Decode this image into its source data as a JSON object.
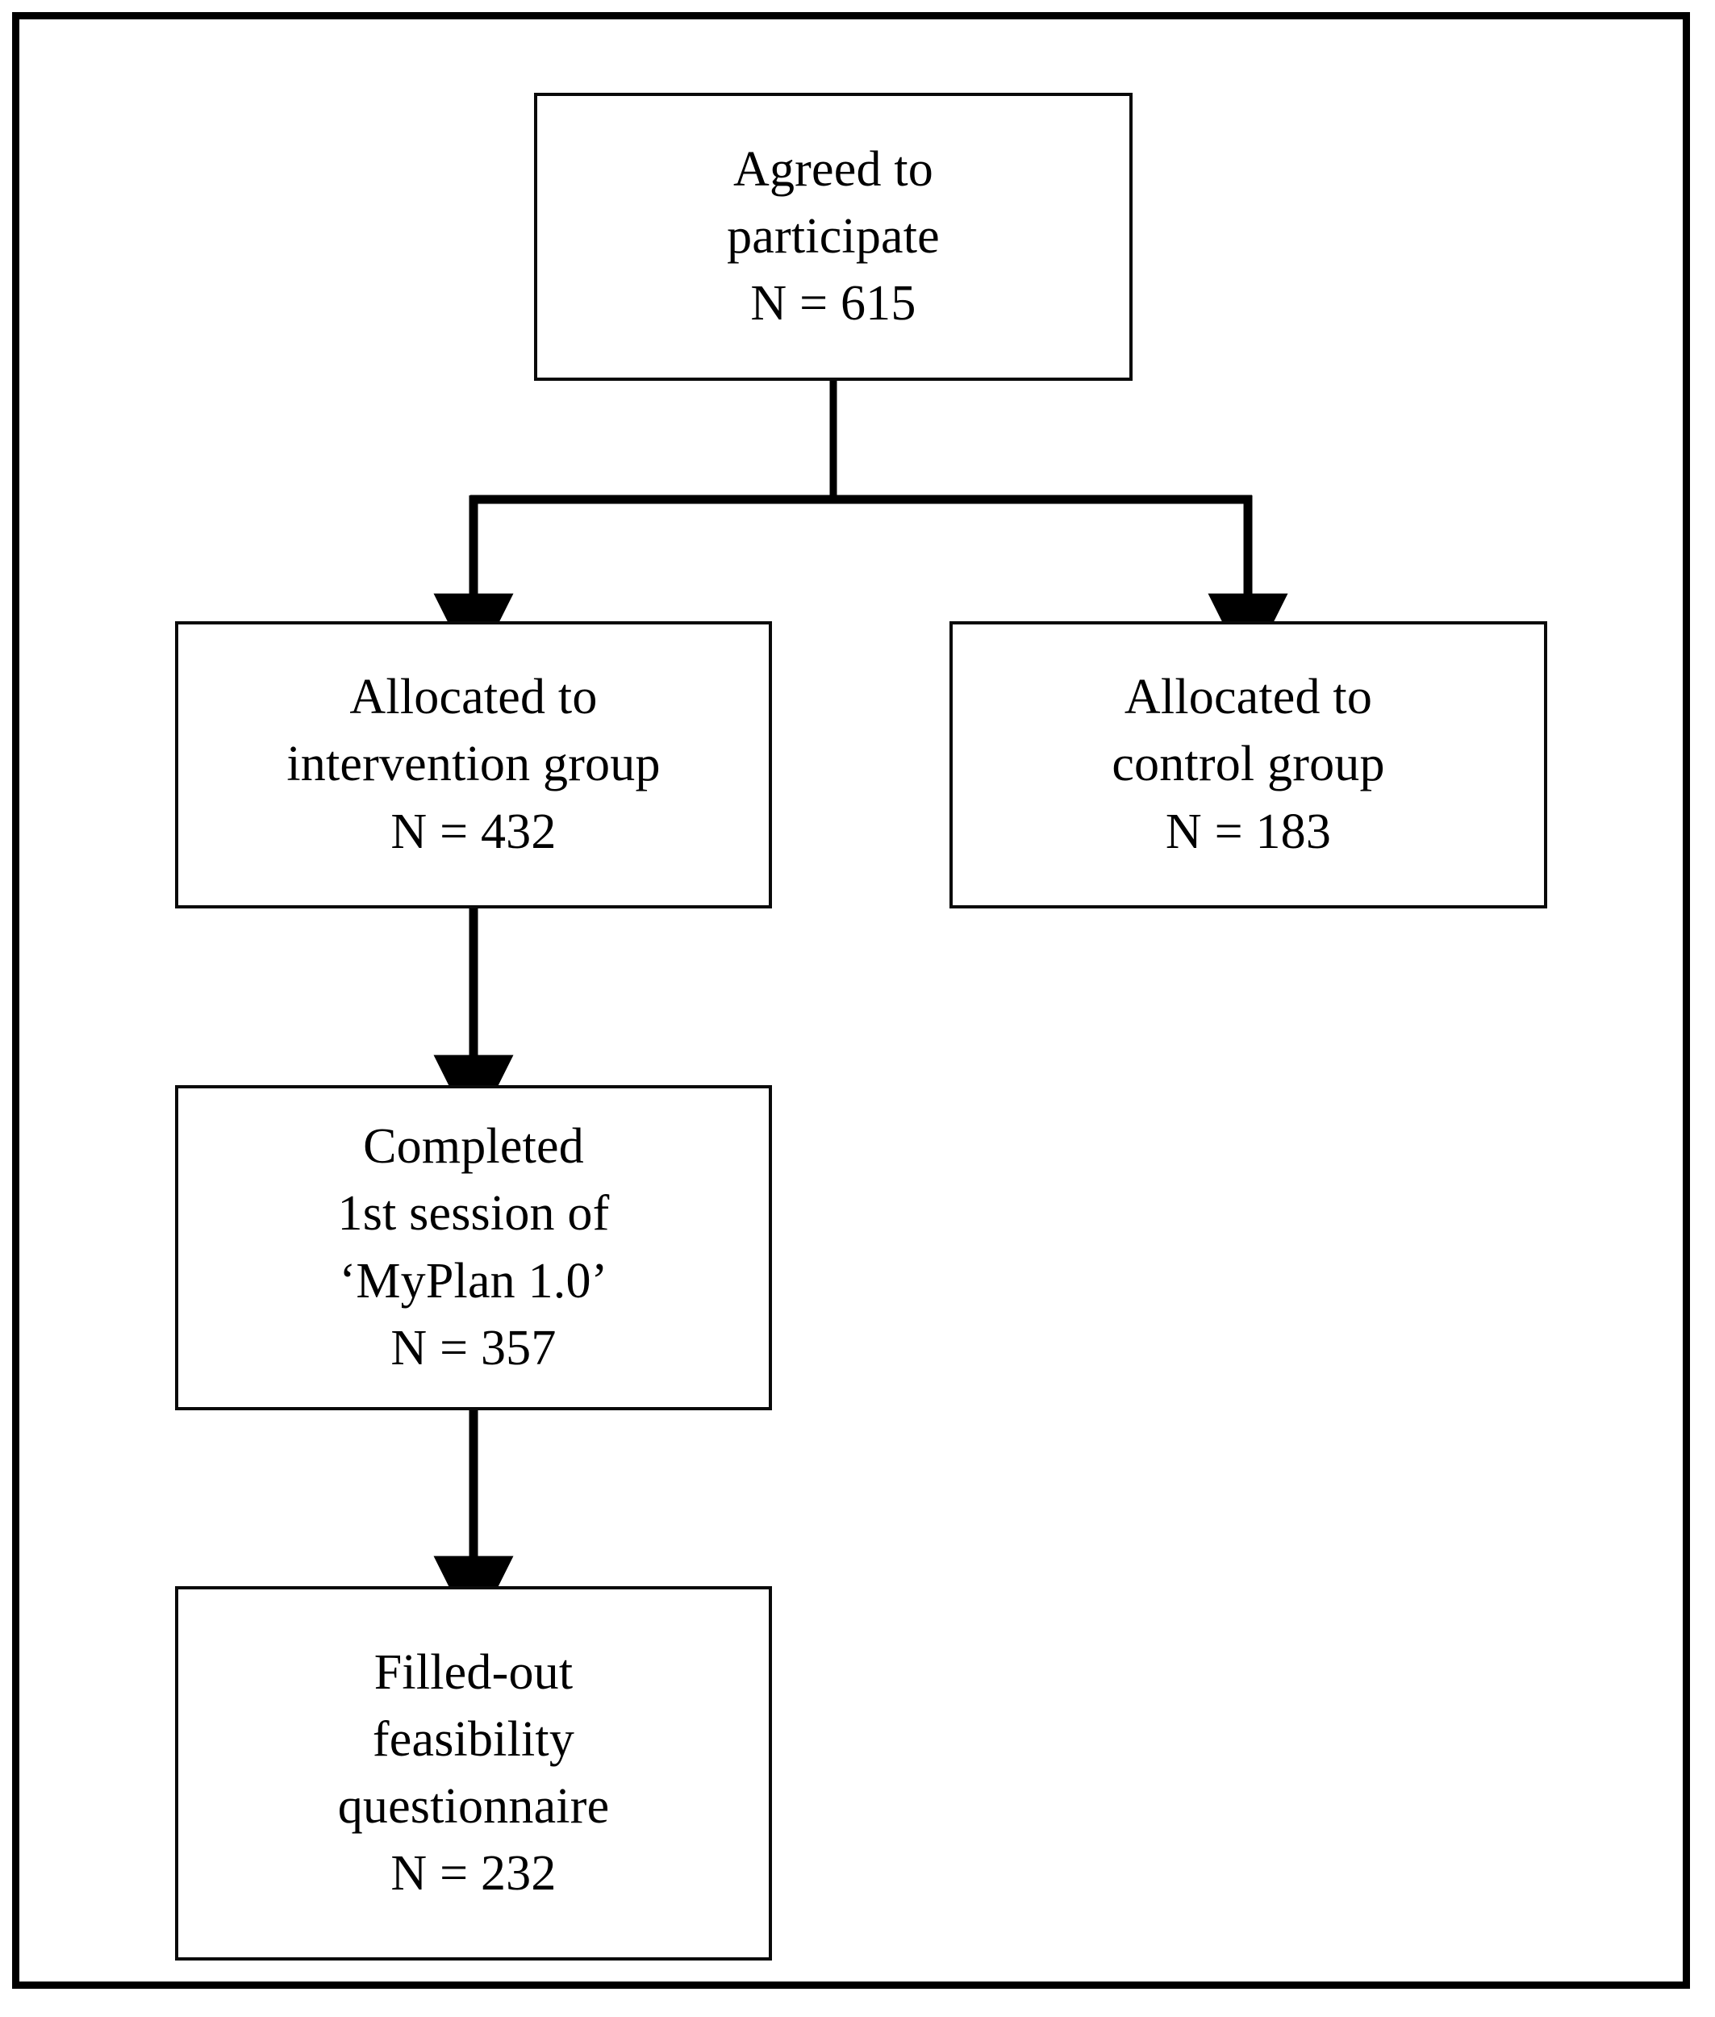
{
  "figure": {
    "type": "flow-diagram",
    "description": "CONSORT-style participant flow diagram",
    "frame_color": "#000000",
    "box_border_color": "#0a0a0a",
    "background_color": "#ffffff",
    "text_color": "#000000"
  },
  "nodes": {
    "agreed": {
      "lines": [
        "Agreed to",
        "participate",
        "N = 615"
      ],
      "label": "Agreed to participate",
      "n": 615
    },
    "intervention": {
      "lines": [
        "Allocated to",
        "intervention group",
        "N = 432"
      ],
      "label": "Allocated to intervention group",
      "n": 432
    },
    "control": {
      "lines": [
        "Allocated to",
        "control group",
        "N = 183"
      ],
      "label": "Allocated to control group",
      "n": 183
    },
    "completed": {
      "lines": [
        "Completed",
        "1st session of",
        "‘MyPlan 1.0’",
        "N = 357"
      ],
      "label": "Completed 1st session of ‘MyPlan 1.0’",
      "n": 357
    },
    "feasibility": {
      "lines": [
        "Filled-out",
        "feasibility",
        "questionnaire",
        "N = 232"
      ],
      "label": "Filled-out feasibility questionnaire",
      "n": 232
    }
  },
  "edges": [
    {
      "from": "agreed",
      "to": "intervention",
      "style": "split-arrow"
    },
    {
      "from": "agreed",
      "to": "control",
      "style": "split-arrow"
    },
    {
      "from": "intervention",
      "to": "completed",
      "style": "straight-arrow"
    },
    {
      "from": "completed",
      "to": "feasibility",
      "style": "straight-arrow"
    }
  ]
}
